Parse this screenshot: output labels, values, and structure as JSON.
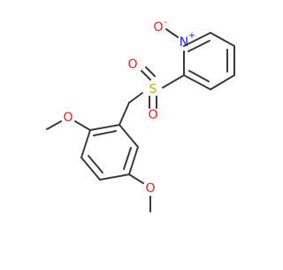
{
  "molecule": {
    "atom_labels": {
      "n": "N",
      "n_charge": "+",
      "o_minus": "O",
      "o_minus_charge": "-",
      "s": "S",
      "o_sulfonyl_top": "O",
      "o_sulfonyl_bottom": "O",
      "o_methoxy_left": "O",
      "o_methoxy_right": "O"
    },
    "colors": {
      "bond": "#3a3a3a",
      "nitrogen": "#1f1fff",
      "oxygen": "#ff1a1a",
      "sulfur": "#c8b400",
      "background": "#ffffff"
    }
  }
}
